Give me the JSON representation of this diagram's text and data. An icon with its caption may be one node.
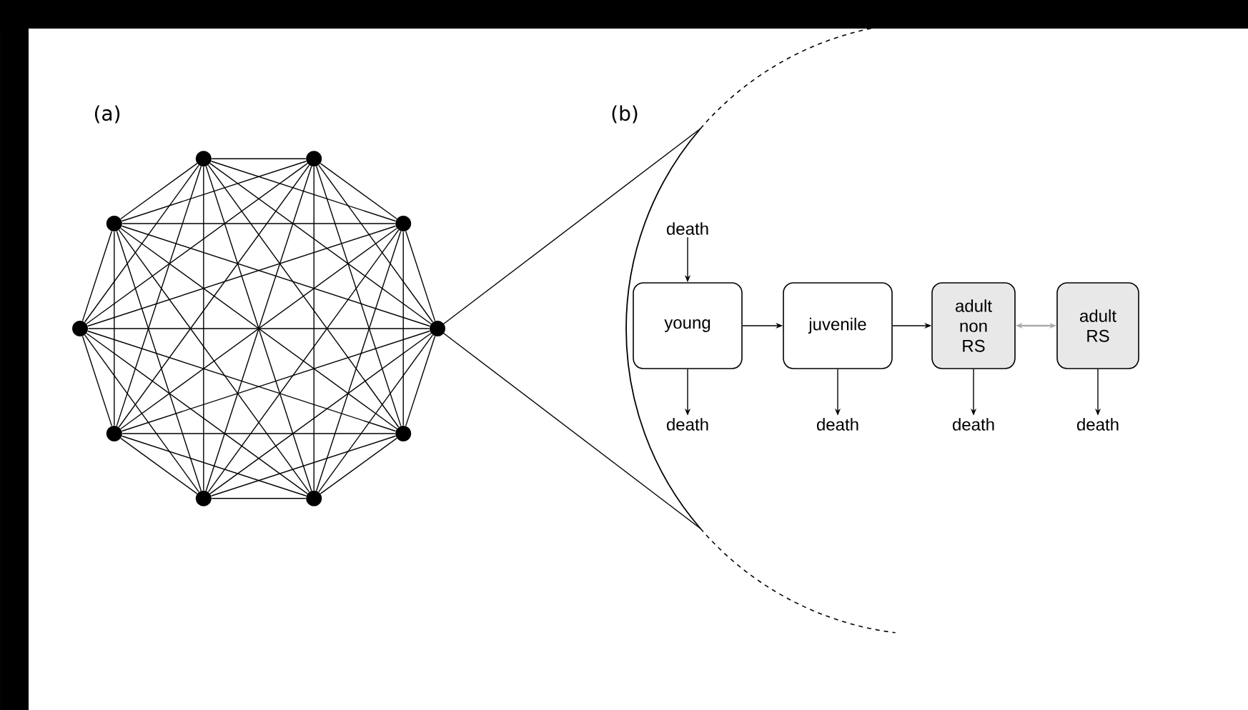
{
  "diagram": {
    "nodes": [
      {
        "text": [],
        "shape": "circle"
      },
      {
        "text": [],
        "shape": "circle"
      },
      {
        "text": [],
        "shape": "circle"
      },
      {
        "text": [],
        "shape": "circle"
      },
      {
        "text": [],
        "shape": "circle"
      },
      {
        "text": [],
        "shape": "circle"
      },
      {
        "text": [],
        "shape": "circle"
      },
      {
        "text": [],
        "shape": "circle"
      },
      {
        "text": [],
        "shape": "circle"
      },
      {
        "text": [],
        "shape": "circle"
      },
      {
        "text": [
          "death"
        ]
      },
      {
        "text": [
          "young"
        ]
      },
      {
        "text": [
          "juvenile"
        ]
      },
      {
        "text": [
          "adult non RS"
        ]
      },
      {
        "text": [
          "adult RS"
        ]
      },
      {
        "text": [
          "death"
        ]
      },
      {
        "text": [
          "death"
        ]
      },
      {
        "text": [
          "death"
        ]
      },
      {
        "text": [
          "death"
        ]
      }
    ],
    "edges": [
      {
        "from": 0,
        "to": 1,
        "arrow": "none"
      },
      {
        "from": 0,
        "to": 2,
        "arrow": "none"
      },
      {
        "from": 0,
        "to": 3,
        "arrow": "none"
      },
      {
        "from": 0,
        "to": 4,
        "arrow": "none"
      },
      {
        "from": 0,
        "to": 5,
        "arrow": "none"
      },
      {
        "from": 0,
        "to": 6,
        "arrow": "none"
      },
      {
        "from": 0,
        "to": 7,
        "arrow": "none"
      },
      {
        "from": 0,
        "to": 8,
        "arrow": "none"
      },
      {
        "from": 0,
        "to": 9,
        "arrow": "none"
      },
      {
        "from": 1,
        "to": 2,
        "arrow": "none"
      },
      {
        "from": 1,
        "to": 3,
        "arrow": "none"
      },
      {
        "from": 1,
        "to": 4,
        "arrow": "none"
      },
      {
        "from": 1,
        "to": 5,
        "arrow": "none"
      },
      {
        "from": 1,
        "to": 6,
        "arrow": "none"
      },
      {
        "from": 1,
        "to": 7,
        "arrow": "none"
      },
      {
        "from": 1,
        "to": 8,
        "arrow": "none"
      },
      {
        "from": 1,
        "to": 9,
        "arrow": "none"
      },
      {
        "from": 2,
        "to": 3,
        "arrow": "none"
      },
      {
        "from": 2,
        "to": 4,
        "arrow": "none"
      },
      {
        "from": 2,
        "to": 5,
        "arrow": "none"
      },
      {
        "from": 2,
        "to": 6,
        "arrow": "none"
      },
      {
        "from": 2,
        "to": 7,
        "arrow": "none"
      },
      {
        "from": 2,
        "to": 8,
        "arrow": "none"
      },
      {
        "from": 2,
        "to": 9,
        "arrow": "none"
      },
      {
        "from": 3,
        "to": 4,
        "arrow": "none"
      },
      {
        "from": 3,
        "to": 5,
        "arrow": "none"
      },
      {
        "from": 3,
        "to": 6,
        "arrow": "none"
      },
      {
        "from": 3,
        "to": 7,
        "arrow": "none"
      },
      {
        "from": 3,
        "to": 8,
        "arrow": "none"
      },
      {
        "from": 3,
        "to": 9,
        "arrow": "none"
      },
      {
        "from": 4,
        "to": 5,
        "arrow": "none"
      },
      {
        "from": 4,
        "to": 6,
        "arrow": "none"
      },
      {
        "from": 4,
        "to": 7,
        "arrow": "none"
      },
      {
        "from": 4,
        "to": 8,
        "arrow": "none"
      },
      {
        "from": 4,
        "to": 9,
        "arrow": "none"
      },
      {
        "from": 5,
        "to": 6,
        "arrow": "none"
      },
      {
        "from": 5,
        "to": 7,
        "arrow": "none"
      },
      {
        "from": 5,
        "to": 8,
        "arrow": "none"
      },
      {
        "from": 5,
        "to": 9,
        "arrow": "none"
      },
      {
        "from": 6,
        "to": 7,
        "arrow": "none"
      },
      {
        "from": 6,
        "to": 8,
        "arrow": "none"
      },
      {
        "from": 6,
        "to": 9,
        "arrow": "none"
      },
      {
        "from": 7,
        "to": 8,
        "arrow": "none"
      },
      {
        "from": 7,
        "to": 9,
        "arrow": "none"
      },
      {
        "from": 8,
        "to": 9,
        "arrow": "none"
      },
      {
        "from": 10,
        "to": 11,
        "arrow": "to"
      },
      {
        "from": 11,
        "to": 12,
        "arrow": "to"
      },
      {
        "from": 12,
        "to": 13,
        "arrow": "to"
      },
      {
        "from": 13,
        "to": 14,
        "arrow": "both",
        "color": "#aaaaaa"
      },
      {
        "from": 11,
        "to": 15,
        "arrow": "to"
      },
      {
        "from": 12,
        "to": 16,
        "arrow": "to"
      },
      {
        "from": 13,
        "to": 17,
        "arrow": "to"
      },
      {
        "from": 14,
        "to": 18,
        "arrow": "to"
      }
    ],
    "labels": [
      "(a)",
      "(b)"
    ]
  }
}
